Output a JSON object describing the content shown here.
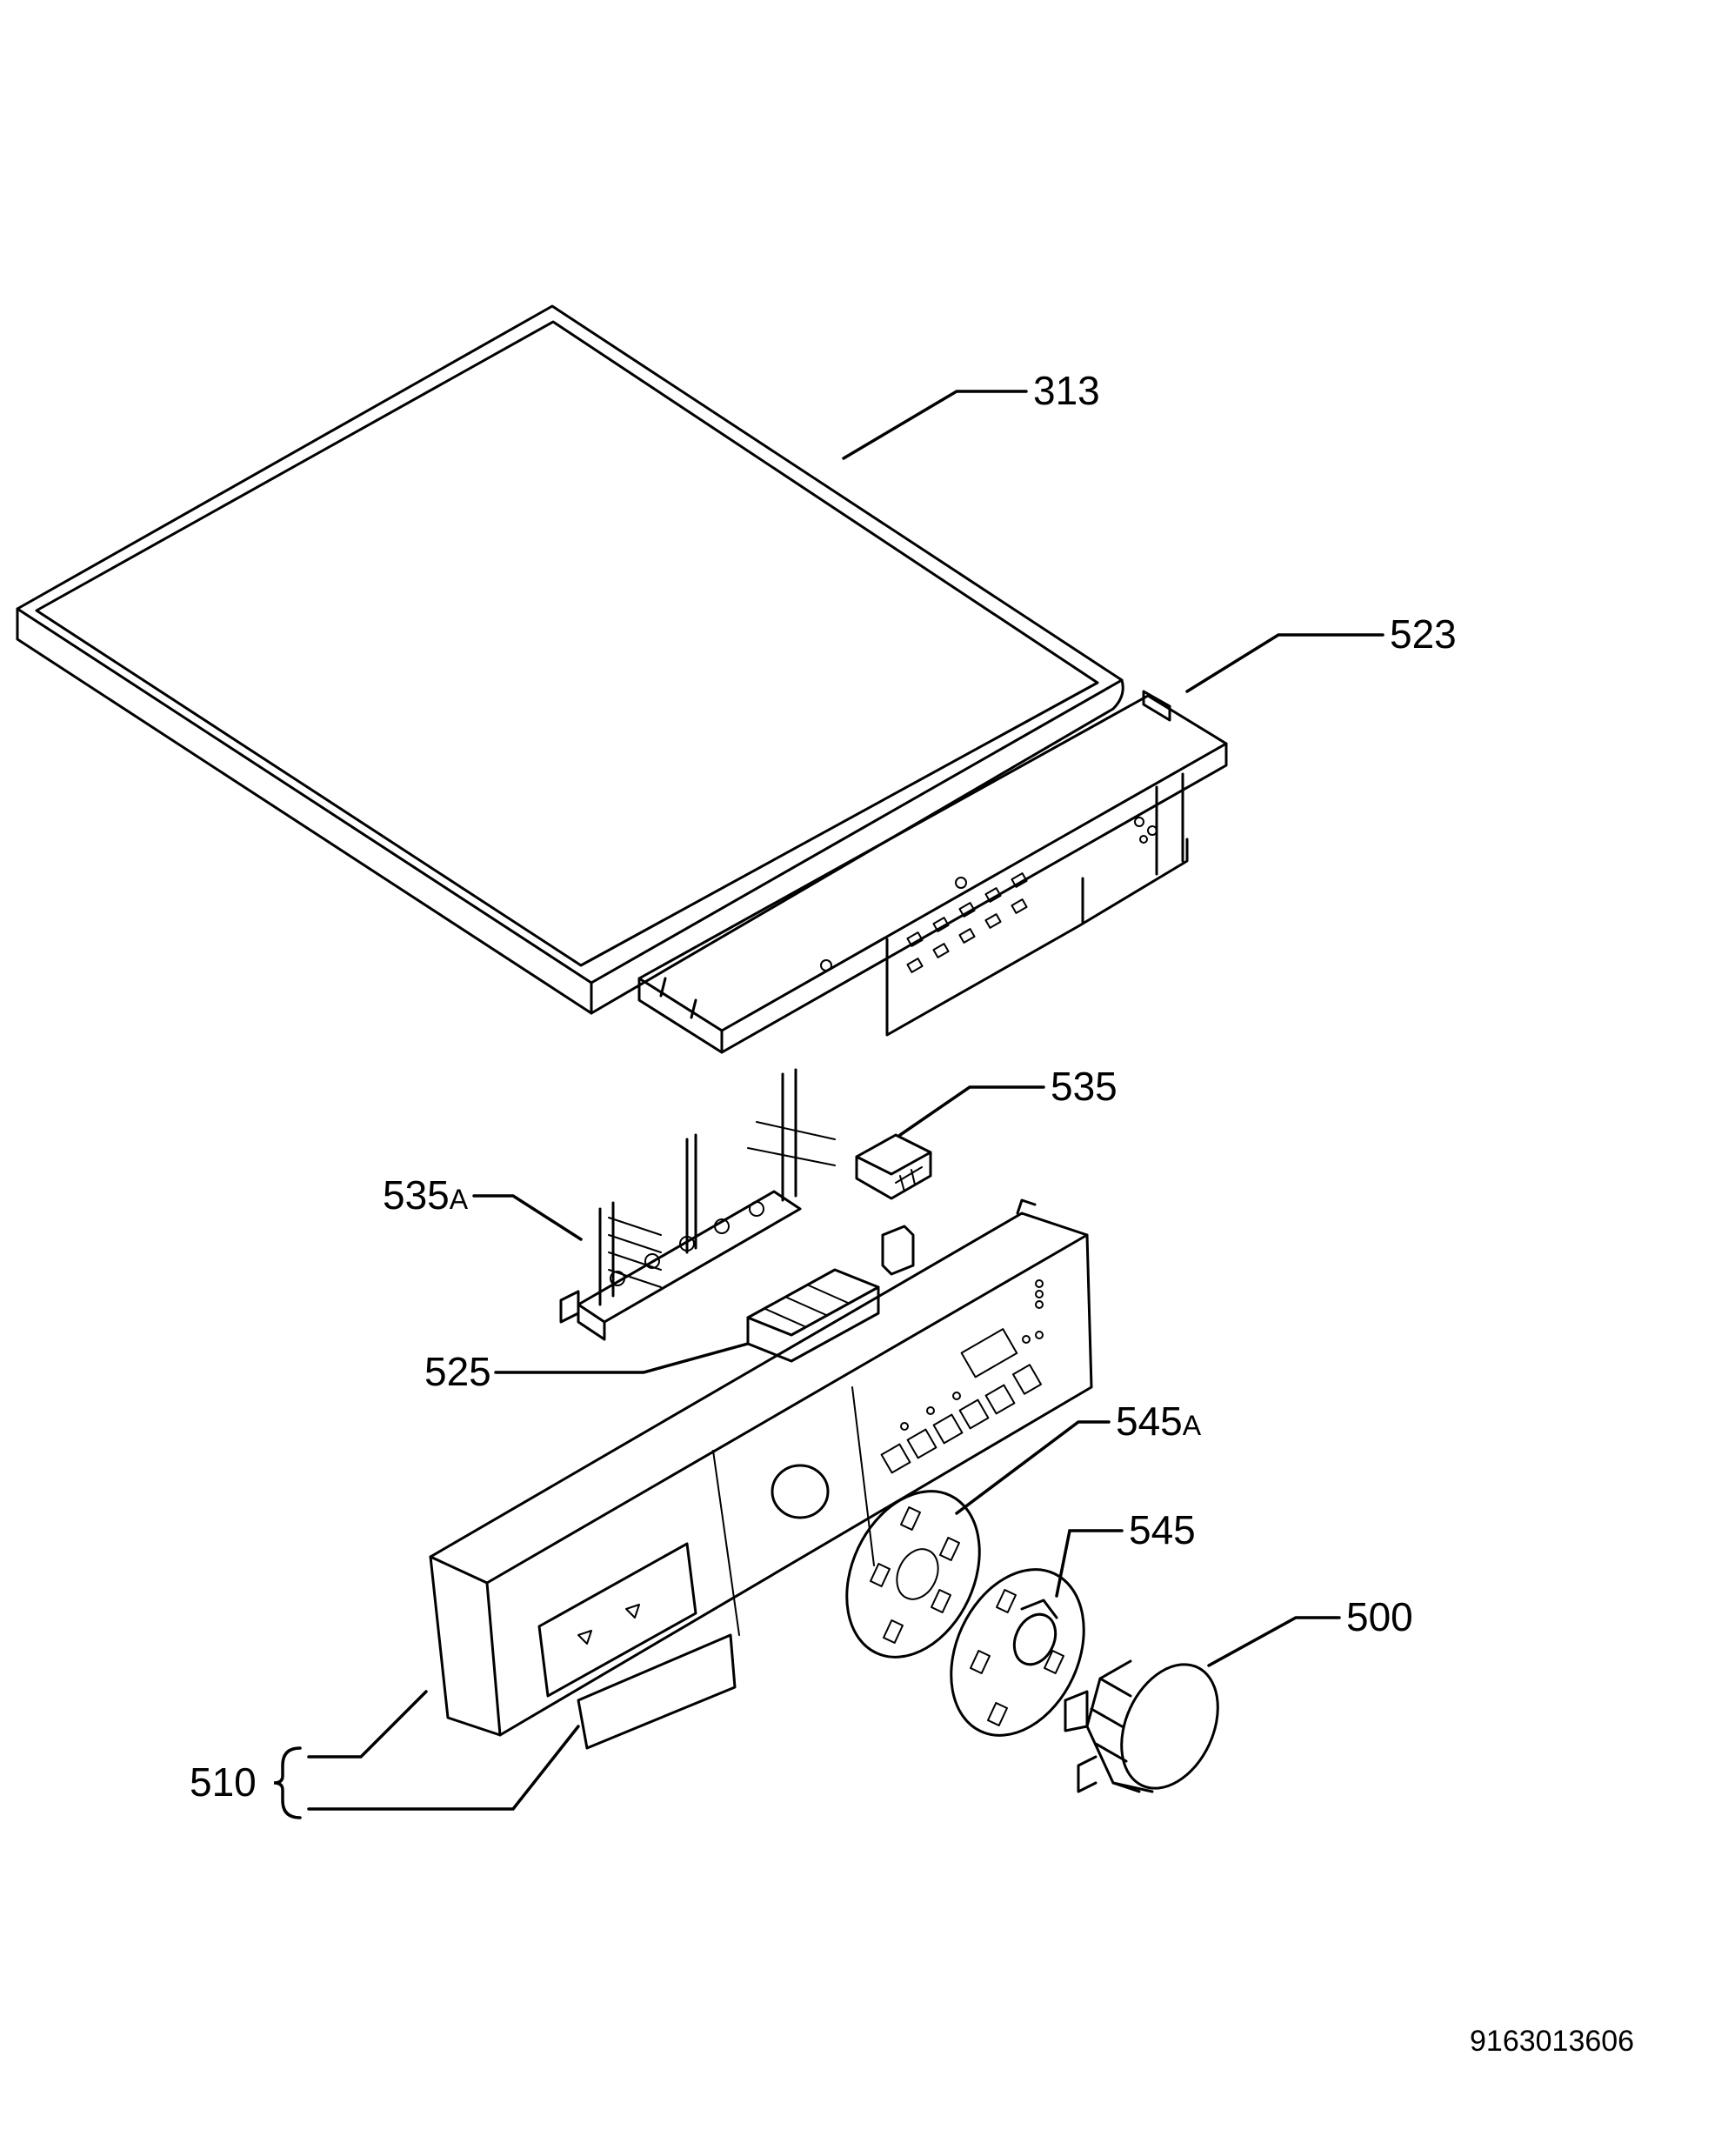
{
  "callouts": [
    {
      "id": "313",
      "label": "313",
      "suffix": ""
    },
    {
      "id": "523",
      "label": "523",
      "suffix": ""
    },
    {
      "id": "535",
      "label": "535",
      "suffix": ""
    },
    {
      "id": "535A",
      "label": "535",
      "suffix": "A"
    },
    {
      "id": "525",
      "label": "525",
      "suffix": ""
    },
    {
      "id": "545A",
      "label": "545",
      "suffix": "A"
    },
    {
      "id": "545",
      "label": "545",
      "suffix": ""
    },
    {
      "id": "500",
      "label": "500",
      "suffix": ""
    },
    {
      "id": "510",
      "label": "510",
      "suffix": ""
    }
  ],
  "document_number": "9163013606"
}
